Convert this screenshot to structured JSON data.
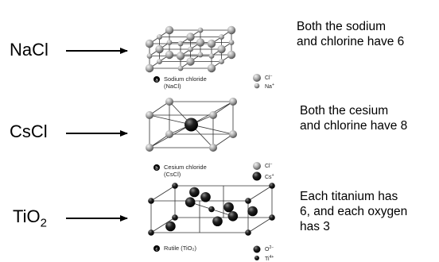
{
  "rows": [
    {
      "formula_main": "NaCl",
      "formula_sub": "",
      "caption_letter": "a",
      "caption_name": "Sodium chloride",
      "caption_formula": "(NaCl)",
      "legend": [
        {
          "ion": "Cl",
          "charge": "−",
          "color": "#9a9a9a"
        },
        {
          "ion": "Na",
          "charge": "+",
          "color": "#8a8a8a"
        }
      ],
      "description": [
        "Both the sodium",
        "and chlorine have 6"
      ]
    },
    {
      "formula_main": "CsCl",
      "formula_sub": "",
      "caption_letter": "b",
      "caption_name": "Cesium chloride",
      "caption_formula": "(CsCl)",
      "legend": [
        {
          "ion": "Cl",
          "charge": "−",
          "color": "#9a9a9a"
        },
        {
          "ion": "Cs",
          "charge": "+",
          "color": "#222222"
        }
      ],
      "description": [
        "Both the cesium",
        "and chlorine have 8"
      ]
    },
    {
      "formula_main": "TiO",
      "formula_sub": "2",
      "caption_letter": "c",
      "caption_name": "Rutile (TiO₂)",
      "caption_formula": "",
      "legend": [
        {
          "ion": "O",
          "charge": "2−",
          "color": "#111111"
        },
        {
          "ion": "Ti",
          "charge": "4+",
          "color": "#111111"
        }
      ],
      "description": [
        "Each titanium has",
        "6, and each oxygen",
        "has 3"
      ]
    }
  ],
  "colors": {
    "sphere_light": "#bdbdbd",
    "sphere_dark": "#1a1a1a",
    "edge": "#333333"
  }
}
